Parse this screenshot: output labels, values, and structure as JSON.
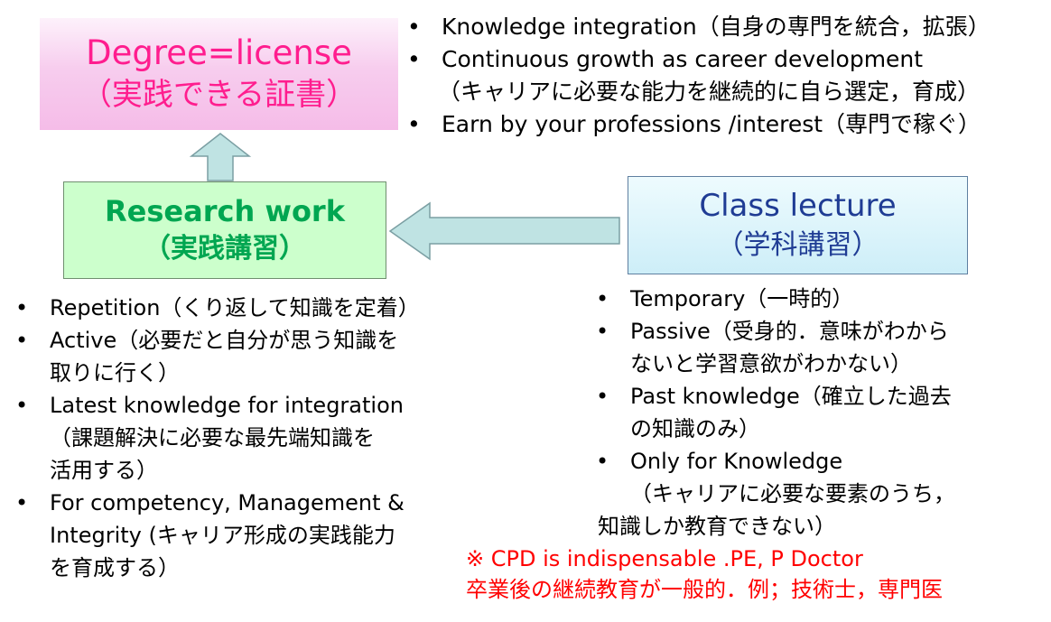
{
  "degree": {
    "line1": "Degree=license",
    "line2": "（実践できる証書）"
  },
  "research": {
    "line1": "Research work",
    "line2": "（実践講習）"
  },
  "class": {
    "line1": "Class lecture",
    "line2": "（学科講習）"
  },
  "top_list": [
    {
      "text": "Knowledge  integration（自身の専門を統合，拡張）"
    },
    {
      "text": "Continuous  growth as career development",
      "sub": "（キャリアに必要な能力を継続的に自ら選定，育成）"
    },
    {
      "text": "Earn  by your professions /interest（専門で稼ぐ）"
    }
  ],
  "left_list": [
    {
      "text": "Repetition（くり返して知識を定着）"
    },
    {
      "text": "Active（必要だと自分が思う知識を",
      "sub": "取りに行く）"
    },
    {
      "text": "Latest knowledge for integration",
      "sub": "（課題解決に必要な最先端知識を",
      "sub2": "活用する）"
    },
    {
      "text": "For competency, Management &",
      "sub": "Integrity (キャリア形成の実践能力",
      "sub2": "を育成する）"
    }
  ],
  "right_list": [
    {
      "text": "Temporary（一時的）"
    },
    {
      "text": "Passive（受身的．意味がわから",
      "sub": "ないと学習意欲がわかない）"
    },
    {
      "text": "Past knowledge（確立した過去",
      "sub": "の知識のみ）"
    },
    {
      "text": "Only for Knowledge",
      "sub": "（キャリアに必要な要素のうち，",
      "tail": "知識しか教育できない）"
    }
  ],
  "note": {
    "line1": "※  CPD  is indispensable .PE, P Doctor",
    "line2": "卒業後の継続教育が一般的．例；技術士，専門医"
  },
  "bullet": "•",
  "colors": {
    "degree_text": "#ff1d8e",
    "research_text": "#00a651",
    "class_text": "#1f3c94",
    "note_text": "#ff0000",
    "arrow_fill": "#bfe3e3"
  }
}
